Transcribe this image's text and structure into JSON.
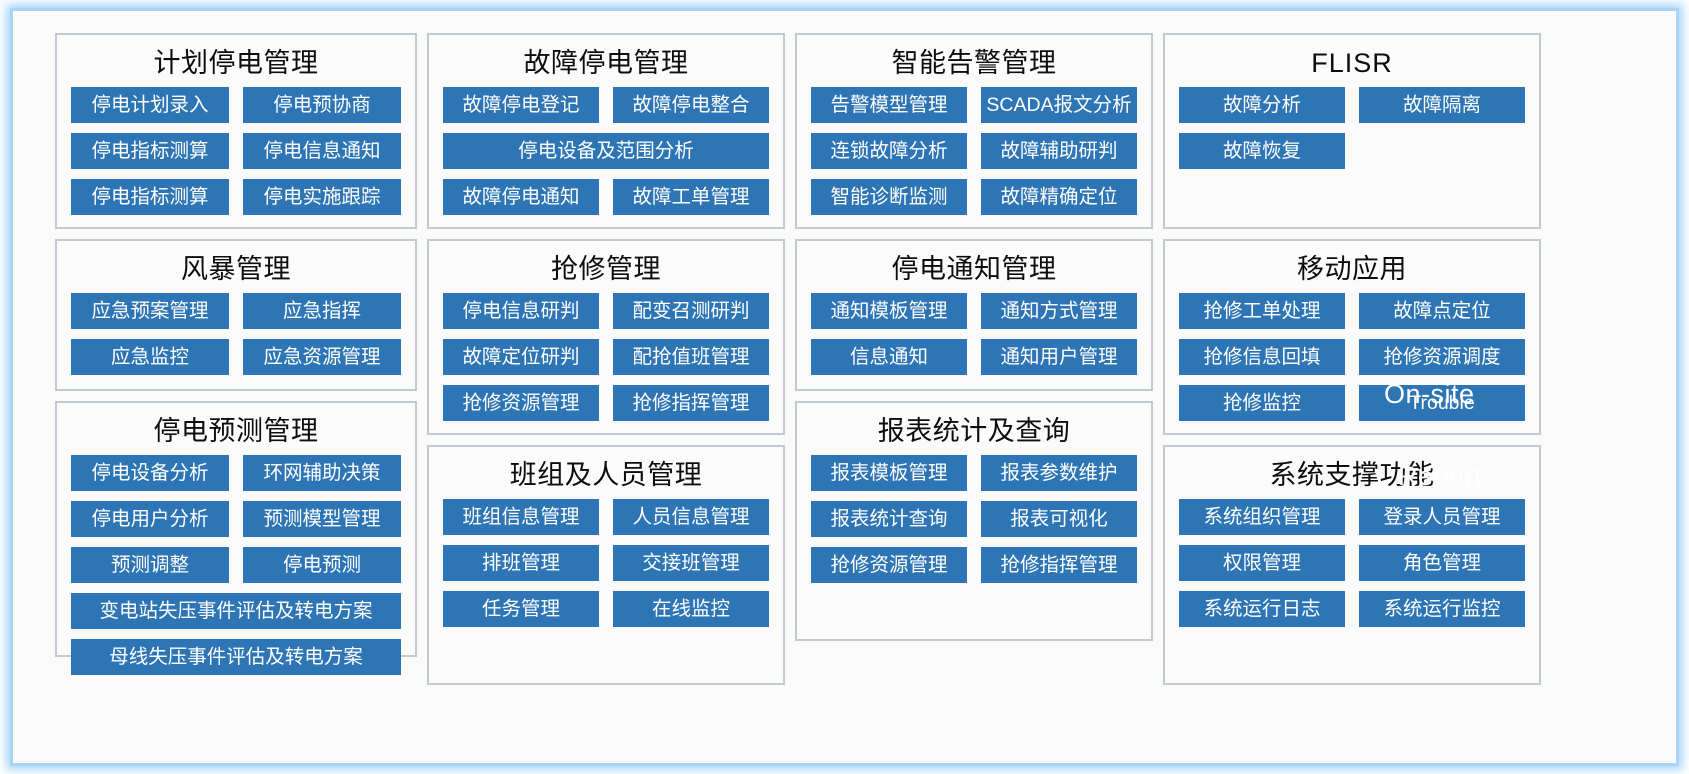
{
  "frame": {
    "accent_color": "#a8d4f7",
    "button_color": "#2e75b6",
    "card_border": "#c3c9d4"
  },
  "overlays": [
    {
      "id": "on-site",
      "text": "On-site"
    },
    {
      "id": "trouble",
      "text": "Trouble"
    },
    {
      "id": "report",
      "text": "Report"
    }
  ],
  "columns": [
    {
      "cards": [
        {
          "title": "计划停电管理",
          "rows": [
            [
              "停电计划录入",
              "停电预协商"
            ],
            [
              "停电指标测算",
              "停电信息通知"
            ],
            [
              "停电指标测算",
              "停电实施跟踪"
            ]
          ]
        },
        {
          "title": "风暴管理",
          "rows": [
            [
              "应急预案管理",
              "应急指挥"
            ],
            [
              "应急监控",
              "应急资源管理"
            ]
          ]
        },
        {
          "title": "停电预测管理",
          "rows": [
            [
              "停电设备分析",
              "环网辅助决策"
            ],
            [
              "停电用户分析",
              "预测模型管理"
            ],
            [
              "预测调整",
              "停电预测"
            ],
            [
              "变电站失压事件评估及转电方案"
            ],
            [
              "母线失压事件评估及转电方案"
            ]
          ]
        }
      ]
    },
    {
      "cards": [
        {
          "title": "故障停电管理",
          "rows": [
            [
              "故障停电登记",
              "故障停电整合"
            ],
            [
              "停电设备及范围分析"
            ],
            [
              "故障停电通知",
              "故障工单管理"
            ]
          ]
        },
        {
          "title": "抢修管理",
          "rows": [
            [
              "停电信息研判",
              "配变召测研判"
            ],
            [
              "故障定位研判",
              "配抢值班管理"
            ],
            [
              "抢修资源管理",
              "抢修指挥管理"
            ]
          ]
        },
        {
          "title": "班组及人员管理",
          "rows": [
            [
              "班组信息管理",
              "人员信息管理"
            ],
            [
              "排班管理",
              "交接班管理"
            ],
            [
              "任务管理",
              "在线监控"
            ]
          ]
        }
      ]
    },
    {
      "cards": [
        {
          "title": "智能告警管理",
          "rows": [
            [
              "告警模型管理",
              "SCADA报文分析"
            ],
            [
              "连锁故障分析",
              "故障辅助研判"
            ],
            [
              "智能诊断监测",
              "故障精确定位"
            ]
          ]
        },
        {
          "title": "停电通知管理",
          "rows": [
            [
              "通知模板管理",
              "通知方式管理"
            ],
            [
              "信息通知",
              "通知用户管理"
            ]
          ]
        },
        {
          "title": "报表统计及查询",
          "rows": [
            [
              "报表模板管理",
              "报表参数维护"
            ],
            [
              "报表统计查询",
              "报表可视化"
            ],
            [
              "抢修资源管理",
              "抢修指挥管理"
            ]
          ]
        }
      ]
    },
    {
      "cards": [
        {
          "title": "FLISR",
          "latin": true,
          "rows": [
            [
              "故障分析",
              "故障隔离"
            ],
            [
              "故障恢复",
              ""
            ]
          ]
        },
        {
          "title": "移动应用",
          "rows": [
            [
              "抢修工单处理",
              "故障点定位"
            ],
            [
              "抢修信息回填",
              "抢修资源调度"
            ],
            [
              "抢修监控",
              "Trouble"
            ]
          ]
        },
        {
          "title": "系统支撑功能",
          "rows": [
            [
              "系统组织管理",
              "登录人员管理"
            ],
            [
              "权限管理",
              "角色管理"
            ],
            [
              "系统运行日志",
              "系统运行监控"
            ]
          ]
        }
      ]
    }
  ]
}
